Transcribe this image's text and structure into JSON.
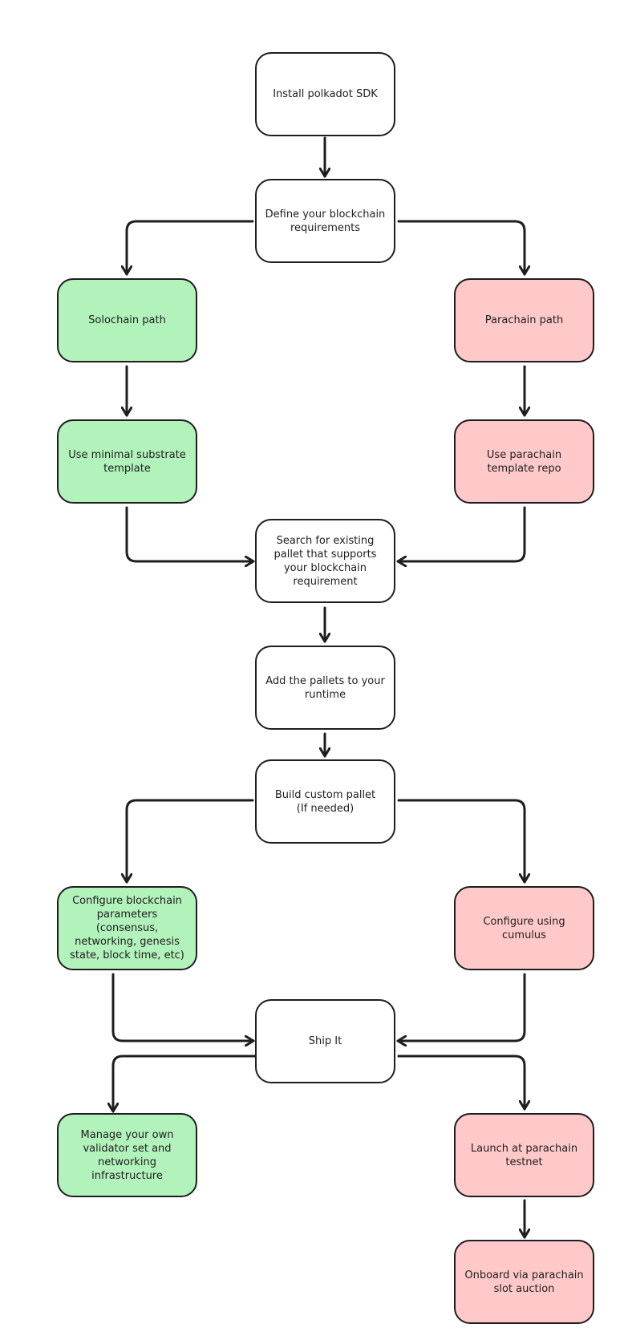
{
  "colors": {
    "stroke": "#1e1e1e",
    "neutral_fill": "#ffffff",
    "solochain_fill": "#b2f2bb",
    "parachain_fill": "#ffc9c9"
  },
  "nodes": {
    "install_sdk": "Install polkadot SDK",
    "define_requirements": "Define your blockchain requirements",
    "solochain_path": "Solochain path",
    "parachain_path": "Parachain path",
    "minimal_template": "Use minimal substrate template",
    "parachain_template": "Use  parachain template repo",
    "search_pallet": "Search for existing pallet that supports your blockchain requirement",
    "add_pallets": "Add the pallets to your runtime",
    "build_custom_pallet": "Build custom pallet\n(If needed)",
    "configure_params": "Configure blockchain parameters (consensus, networking, genesis state, block time, etc)",
    "configure_cumulus": "Configure using cumulus",
    "ship_it": "Ship It",
    "manage_validators": "Manage your own validator set and networking infrastructure",
    "launch_testnet": "Launch at parachain testnet",
    "onboard_auction": "Onboard via parachain slot auction"
  }
}
